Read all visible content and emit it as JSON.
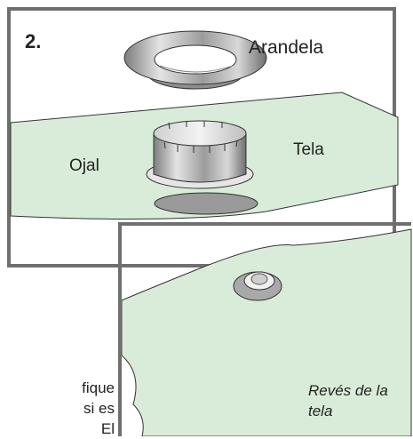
{
  "labels": {
    "step": "2.",
    "arandela": "Arandela",
    "tela": "Tela",
    "ojal": "Ojal",
    "reves_line1": "Revés de la",
    "reves_line2": "tela"
  },
  "body_text": {
    "line1": "fique",
    "line2": "si es",
    "line3": "El"
  },
  "colors": {
    "fabric": "#d9ecd9",
    "frame": "#6f6f6f",
    "metal": "#a9a9a9",
    "outline": "#333333"
  }
}
